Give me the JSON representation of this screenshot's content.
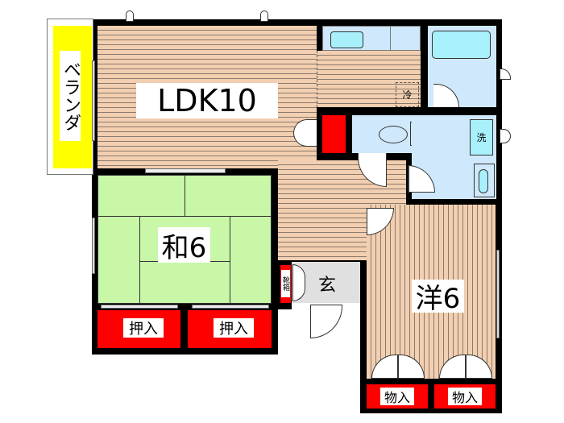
{
  "rooms": {
    "veranda": "ベランダ",
    "ldk": "LDK10",
    "fridge": "冷",
    "washer": "洗",
    "japanese": "和6",
    "oshiire_1": "押入",
    "oshiire_2": "押入",
    "shoe_box": "靴箱",
    "genkan": "玄",
    "western": "洋6",
    "storage_1": "物入",
    "storage_2": "物入"
  },
  "colors": {
    "closet": "#ff0000",
    "veranda": "#ffff00",
    "tatami": "#c8f7a8",
    "wood_floor": "#f2cfb0",
    "wet_area": "#cfe8fb"
  }
}
